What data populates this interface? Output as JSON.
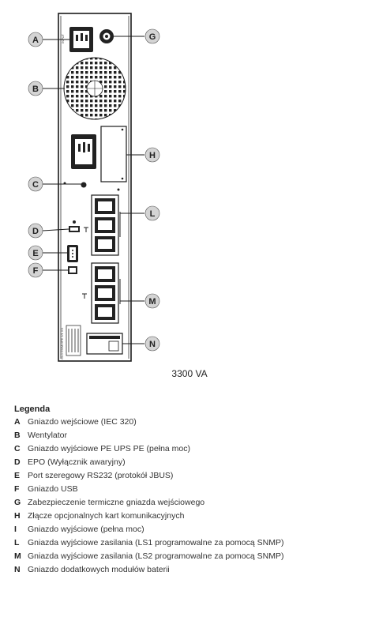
{
  "diagram": {
    "callouts": [
      "A",
      "B",
      "C",
      "D",
      "E",
      "F",
      "G",
      "H",
      "L",
      "M",
      "N"
    ],
    "side_label": "GL0 C9/MV/FE 2/1 XX",
    "caption": "3300 VA"
  },
  "legend": {
    "title": "Legenda",
    "items": [
      {
        "letter": "A",
        "text": "Gniazdo wejściowe (IEC 320)"
      },
      {
        "letter": "B",
        "text": "Wentylator"
      },
      {
        "letter": "C",
        "text": "Gniazdo wyjściowe PE UPS PE (pełna moc)"
      },
      {
        "letter": "D",
        "text": "EPO (Wyłącznik awaryjny)"
      },
      {
        "letter": "E",
        "text": "Port szeregowy RS232 (protokół JBUS)"
      },
      {
        "letter": "F",
        "text": "Gniazdo USB"
      },
      {
        "letter": "G",
        "text": "Zabezpieczenie termiczne gniazda wejściowego"
      },
      {
        "letter": "H",
        "text": "Złącze opcjonalnych kart komunikacyjnych"
      },
      {
        "letter": "I",
        "text": "Gniazdo wyjściowe (pełna moc)"
      },
      {
        "letter": "L",
        "text": "Gniazda wyjściowe zasilania (LS1 programowalne za pomocą SNMP)"
      },
      {
        "letter": "M",
        "text": "Gniazda wyjściowe zasilania (LS2 programowalne za pomocą SNMP)"
      },
      {
        "letter": "N",
        "text": "Gniazdo dodatkowych modułów baterii"
      }
    ]
  },
  "colors": {
    "callout_fill": "#d4d4d4",
    "line": "#1a1a1a",
    "panel": "#ffffff"
  }
}
